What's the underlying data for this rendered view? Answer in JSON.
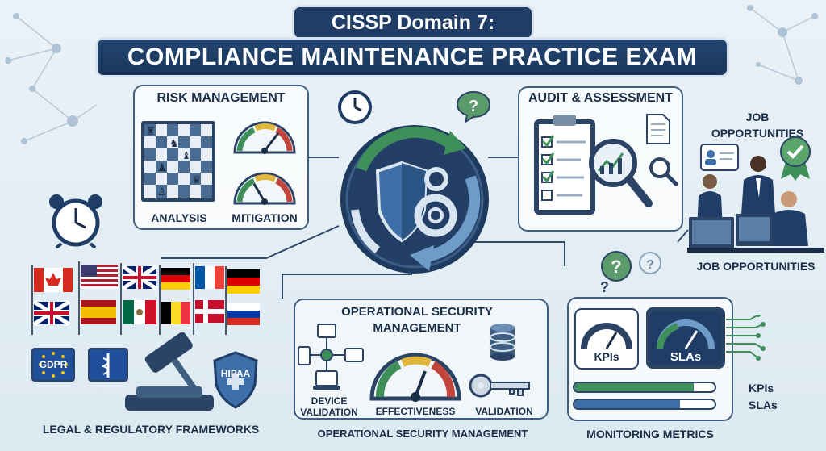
{
  "title": {
    "line1": "CISSP Domain 7:",
    "line2": "COMPLIANCE MAINTENANCE PRACTICE EXAM"
  },
  "risk_management": {
    "title": "RISK MANAGEMENT",
    "analysis": "ANALYSIS",
    "mitigation": "MITIGATION"
  },
  "audit": {
    "title": "AUDIT & ASSESSMENT"
  },
  "jobs": {
    "title_top": "JOB OPPORTUNITIES",
    "title_bottom": "JOB OPPORTUNITIES"
  },
  "legal": {
    "gdpr": "GDPR",
    "hipaa": "HIPAA",
    "label": "LEGAL & REGULATORY FRAMEWORKS"
  },
  "ops": {
    "title": "OPERATIONAL SECURITY MANAGEMENT",
    "device_validation": "DEVICE VALIDATION",
    "effectiveness": "EFFECTIVENESS",
    "validation": "VALIDATION",
    "label": "OPERATIONAL SECURITY MANAGEMENT"
  },
  "monitoring": {
    "kpis_gauge": "KPIs",
    "slas_gauge": "SLAs",
    "kpis_bar_label": "KPIs",
    "slas_bar_label": "SLAs",
    "kpis_progress": 0.85,
    "slas_progress": 0.75,
    "label": "MONITORING METRICS"
  },
  "colors": {
    "navy": "#1f3d66",
    "accent_green": "#3f8f5a",
    "accent_blue": "#3e6fa8"
  }
}
